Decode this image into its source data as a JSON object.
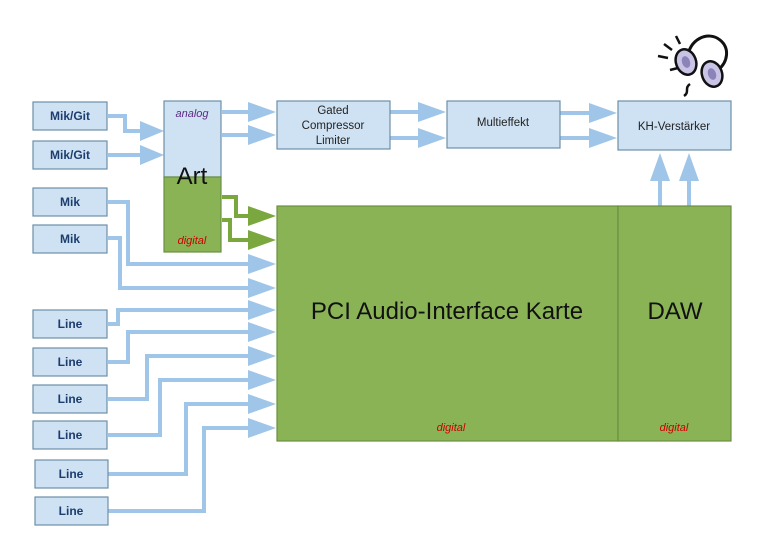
{
  "inputs": {
    "mikgit1": "Mik/Git",
    "mikgit2": "Mik/Git",
    "mik1": "Mik",
    "mik2": "Mik",
    "line1": "Line",
    "line2": "Line",
    "line3": "Line",
    "line4": "Line",
    "line5": "Line",
    "line6": "Line"
  },
  "art": {
    "name": "Art",
    "analog": "analog",
    "digital": "digital"
  },
  "compressor": {
    "line1": "Gated",
    "line2": "Compressor",
    "line3": "Limiter"
  },
  "multieffekt": "Multieffekt",
  "headphone_amp": "KH-Verstärker",
  "pci": {
    "label": "PCI Audio-Interface Karte",
    "digital": "digital"
  },
  "daw": {
    "label": "DAW",
    "digital": "digital"
  },
  "colors": {
    "box_blue": "#cfe2f3",
    "wire_blue": "#9fc5e8",
    "green": "#8ab356",
    "digital_text": "#cc0000",
    "analog_text": "#5b2a86"
  },
  "icons": {
    "headphones": "headphones-icon"
  }
}
